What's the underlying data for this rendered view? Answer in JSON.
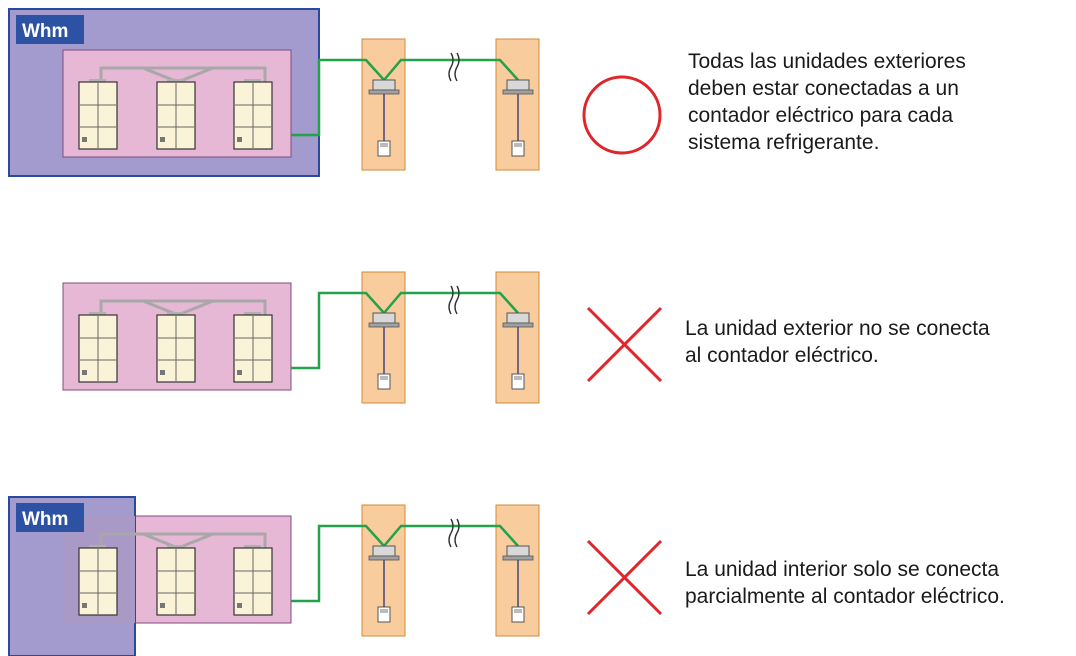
{
  "colors": {
    "meter_fill": "#a39bcd",
    "meter_border": "#2a4aa0",
    "meter_label_bg": "#2d52a3",
    "outdoor_panel": "#e6b8d6",
    "indoor_panel": "#f8cc9c",
    "wire_green": "#22a24a",
    "pipe_gray": "#a8a8a8",
    "mark_red": "#e0262b"
  },
  "meter_label": "Whm",
  "line_break_symbol": "break-symbol",
  "rows": [
    {
      "id": "row-1",
      "has_meter": true,
      "meter_scope": "full",
      "mark": "circle",
      "caption_lines": [
        "Todas las unidades exteriores",
        "deben estar conectadas a un",
        "contador eléctrico para cada",
        "sistema refrigerante."
      ]
    },
    {
      "id": "row-2",
      "has_meter": false,
      "meter_scope": "none",
      "mark": "cross",
      "caption_lines": [
        "La unidad exterior no se conecta",
        "al contador eléctrico."
      ]
    },
    {
      "id": "row-3",
      "has_meter": true,
      "meter_scope": "partial",
      "mark": "cross",
      "caption_lines": [
        "La unidad interior solo se conecta",
        "parcialmente al contador eléctrico."
      ]
    }
  ]
}
